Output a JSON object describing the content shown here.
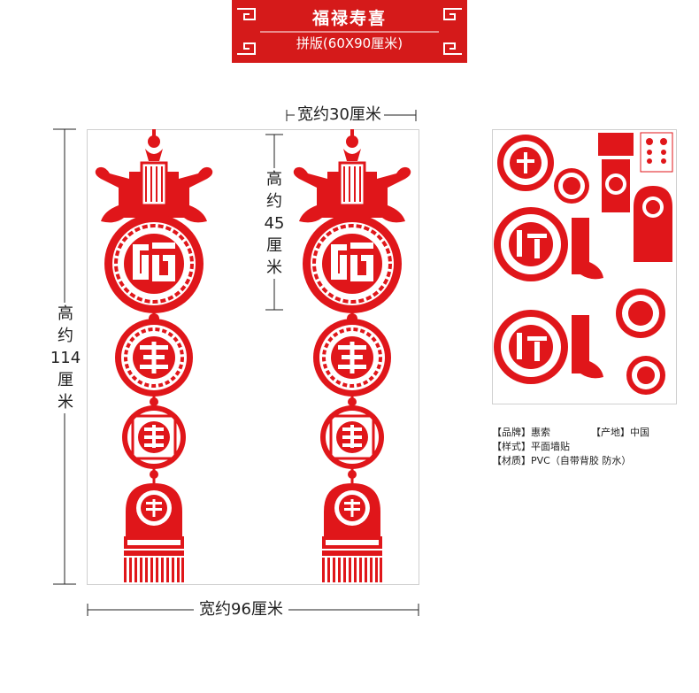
{
  "banner": {
    "title": "福禄寿喜",
    "subtitle": "拼版(60X90厘米)",
    "color": "#d51a1a"
  },
  "dimensions": {
    "top_width": "宽约30厘米",
    "bottom_width": "宽约96厘米",
    "left_height_lines": [
      "高",
      "约",
      "114",
      "厘",
      "米"
    ],
    "inner_height_lines": [
      "高",
      "约",
      "45",
      "厘",
      "米"
    ]
  },
  "product_info": {
    "brand_label": "【品牌】惠索",
    "origin_label": "【产地】中国",
    "style_label": "【样式】平面墙贴",
    "material_label": "【材质】PVC（自带背胶 防水）"
  },
  "colors": {
    "red": "#e0161a",
    "line": "#222222",
    "border": "#cfcfcf"
  },
  "icons": [
    "fu-character-medallion-icon",
    "shou-character-medallion-icon",
    "xi-character-medallion-icon",
    "tassel-icon"
  ]
}
